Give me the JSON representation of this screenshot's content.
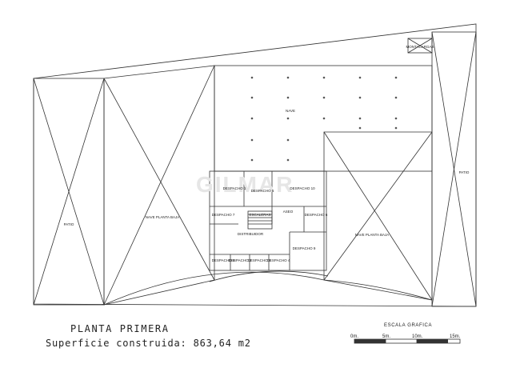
{
  "title": "PLANTA PRIMERA",
  "area_line": "Superficie construida: 863,64 m2",
  "scale": {
    "label": "ESCALA GRAFICA",
    "ticks": [
      "0m.",
      "5m.",
      "10m.",
      "15m."
    ]
  },
  "rooms": {
    "patio_left": "PATIO",
    "patio_right": "PATIO",
    "nave": "NAVE",
    "nave_baja_left": "NAVE PLANTA BAJA",
    "nave_baja_right": "NAVE PLANTA BAJA",
    "montacargas": "MONTACARGAS",
    "despacho_1": "DESPACHO 1",
    "despacho_10": "DESPACHO 10",
    "despacho_6": "DESPACHO 6",
    "despacho_7": "DESPACHO 7",
    "despacho_8": "DESPACHO 8",
    "despacho_9": "DESPACHO 9",
    "despacho_2": "DESPACHO 2",
    "despacho_3": "DESPACHO 3",
    "despacho_4": "DESPACHO 4",
    "despacho_5": "DESPACHO 5",
    "distribuidor": "DISTRIBUIDOR",
    "escaleras": "ESCALERAS",
    "aseo": "ASEO"
  },
  "watermark": "GILMAR",
  "colors": {
    "line": "#333333",
    "watermark": "#e6e6e6"
  }
}
